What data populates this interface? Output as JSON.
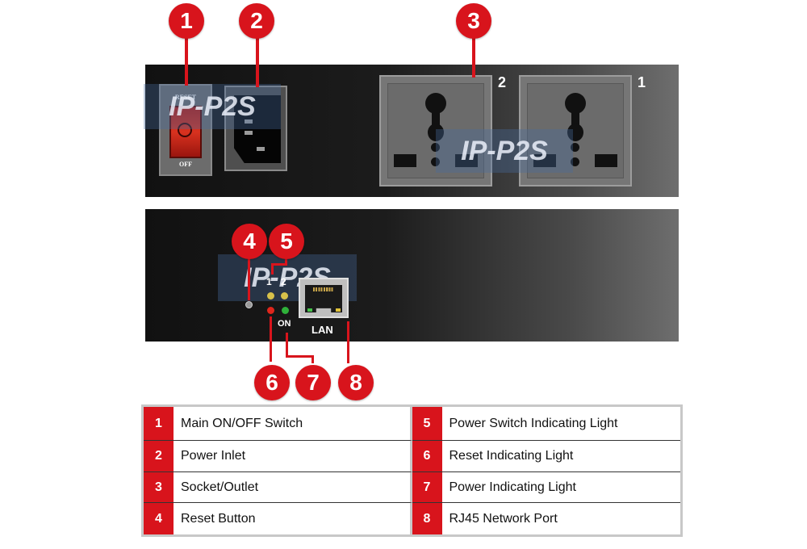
{
  "callouts": [
    "1",
    "2",
    "3",
    "4",
    "5",
    "6",
    "7",
    "8"
  ],
  "socket_numbers": [
    "2",
    "1"
  ],
  "switch_text": {
    "top": "RESET",
    "bottom": "OFF"
  },
  "watermark": "IP-P2S",
  "led_numbers": [
    "1",
    "2"
  ],
  "led_on_label": "ON",
  "lan_label": "LAN",
  "colors": {
    "accent_red": "#d8141c",
    "led_yellow": "#d7c14a",
    "led_red": "#e0261c",
    "led_green": "#2fb13a"
  },
  "legend": [
    {
      "num": "1",
      "label": "Main ON/OFF Switch"
    },
    {
      "num": "2",
      "label": "Power Inlet"
    },
    {
      "num": "3",
      "label": "Socket/Outlet"
    },
    {
      "num": "4",
      "label": "Reset Button"
    },
    {
      "num": "5",
      "label": "Power Switch Indicating Light"
    },
    {
      "num": "6",
      "label": "Reset Indicating Light"
    },
    {
      "num": "7",
      "label": "Power Indicating Light"
    },
    {
      "num": "8",
      "label": "RJ45 Network Port"
    }
  ]
}
